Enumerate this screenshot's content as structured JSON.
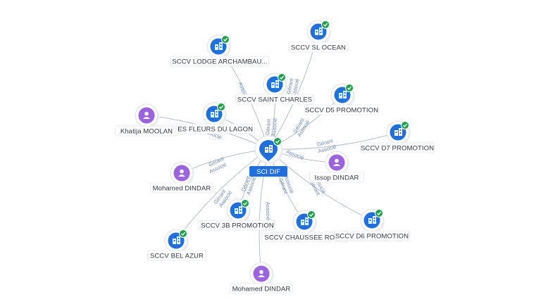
{
  "center": {
    "label": "SCI DIF",
    "type": "company",
    "verified": true
  },
  "companies": [
    {
      "id": "lodge",
      "label": "SCCV LODGE ARCHAMBAU...",
      "verified": true
    },
    {
      "id": "slocean",
      "label": "SCCV SL OCEAN",
      "verified": true
    },
    {
      "id": "saintcharles",
      "label": "SCCV SAINT CHARLES",
      "verified": true
    },
    {
      "id": "d5",
      "label": "SCCV D5 PROMOTION",
      "verified": true
    },
    {
      "id": "fleurs",
      "label": "LES FLEURS DU LAGON",
      "verified": true
    },
    {
      "id": "d7",
      "label": "SCCV D7 PROMOTION",
      "verified": true
    },
    {
      "id": "b3",
      "label": "SCCV 3B PROMOTION",
      "verified": true
    },
    {
      "id": "chaussee",
      "label": "SCCV CHAUSSEE ROY...",
      "verified": true
    },
    {
      "id": "d6",
      "label": "SCCV D6 PROMOTION",
      "verified": true
    },
    {
      "id": "belazur",
      "label": "SCCV BEL AZUR",
      "verified": true
    }
  ],
  "persons": [
    {
      "id": "khatija",
      "label": "Khatija MOOLAN"
    },
    {
      "id": "issop",
      "label": "Issop DINDAR"
    },
    {
      "id": "mohamed1",
      "label": "Mohamed DINDAR"
    },
    {
      "id": "mohamed2",
      "label": "Mohamed DINDAR"
    }
  ],
  "edge_labels": {
    "gerant": "Gérant",
    "associe": "Associé"
  },
  "edges": [
    {
      "to": "lodge",
      "labels": [
        "Associé"
      ]
    },
    {
      "to": "slocean",
      "labels": [
        "Gérant",
        "Associé"
      ]
    },
    {
      "to": "saintcharles",
      "labels": [
        "Gérant",
        "Associé"
      ]
    },
    {
      "to": "d5",
      "labels": [
        "Gérant",
        "Associé"
      ]
    },
    {
      "to": "fleurs",
      "labels": [
        "Associé"
      ]
    },
    {
      "to": "khatija",
      "labels": []
    },
    {
      "to": "d7",
      "labels": [
        "Gérant",
        "Associé"
      ]
    },
    {
      "to": "issop",
      "labels": [
        "Associé"
      ]
    },
    {
      "to": "mohamed1",
      "labels": [
        "Gérant",
        "Associé"
      ]
    },
    {
      "to": "b3",
      "labels": [
        "Gérant",
        "Associé"
      ]
    },
    {
      "to": "chaussee",
      "labels": [
        "Gérant",
        "Associé"
      ]
    },
    {
      "to": "d6",
      "labels": [
        "Gérant",
        "Associé"
      ]
    },
    {
      "to": "belazur",
      "labels": [
        "Gérant",
        "Associé"
      ]
    },
    {
      "to": "mohamed2",
      "labels": [
        "Associé"
      ]
    }
  ]
}
